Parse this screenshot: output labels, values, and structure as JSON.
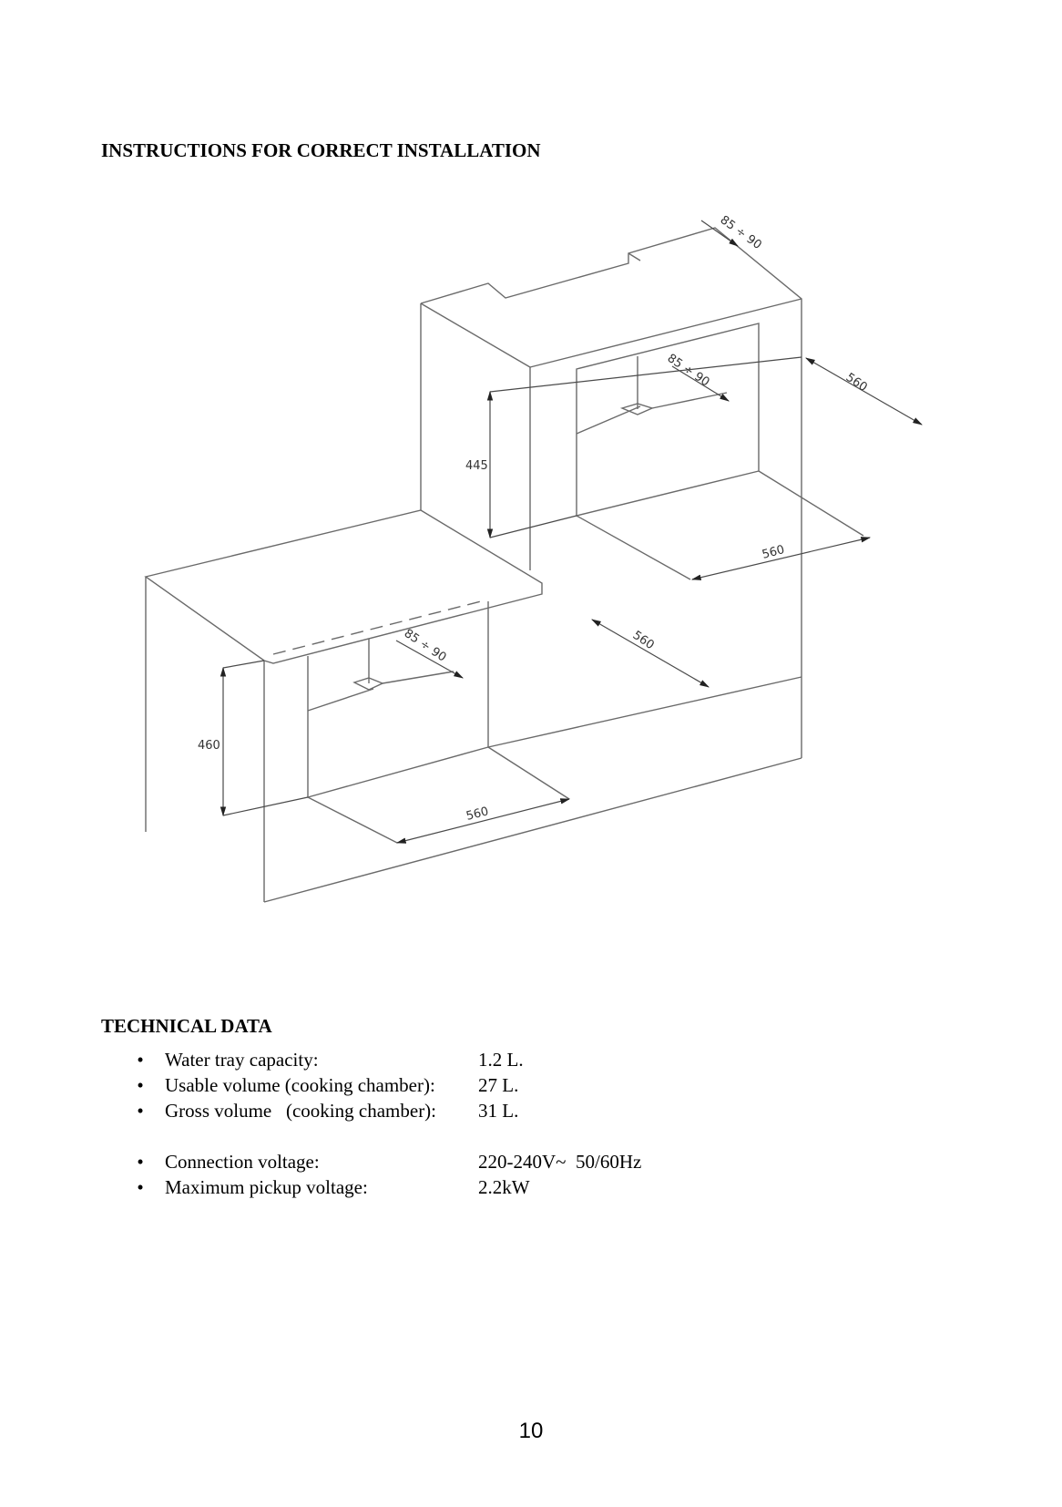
{
  "sections": {
    "installation_title": "INSTRUCTIONS FOR CORRECT INSTALLATION",
    "technical_title": "TECHNICAL DATA"
  },
  "diagram": {
    "upper_gap_label": "85 ÷ 90",
    "upper_inner_gap_label": "85 ÷ 90",
    "upper_depth_label": "560",
    "upper_height_label": "445",
    "upper_width_label": "560",
    "lower_gap_label": "85 ÷ 90",
    "lower_depth_label": "560",
    "lower_height_label": "460",
    "lower_width_label": "560"
  },
  "technical_data": [
    {
      "label": "Water tray capacity:",
      "value": "1.2 L."
    },
    {
      "label": "Usable volume (cooking chamber):",
      "value": "27 L."
    },
    {
      "label": "Gross volume   (cooking chamber):",
      "value": "31 L."
    },
    {
      "label": "Connection voltage:",
      "value": "220-240V~  50/60Hz"
    },
    {
      "label": "Maximum pickup voltage:",
      "value": "2.2kW"
    }
  ],
  "page_number": "10"
}
